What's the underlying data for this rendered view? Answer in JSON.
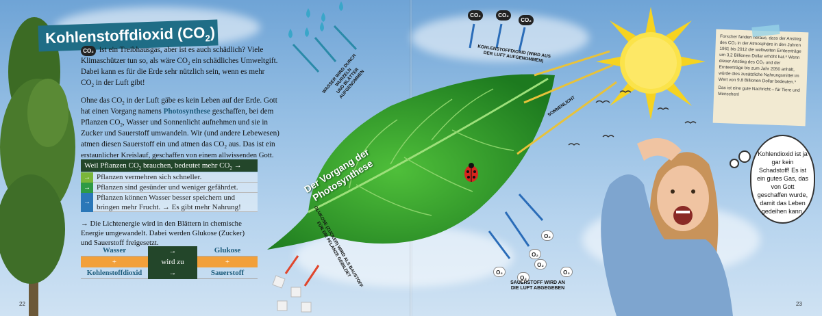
{
  "left_page": {
    "title": "Kohlenstoffdioxid (CO",
    "title_sub": "2",
    "title_end": ")",
    "co2_badge": "CO₂",
    "intro": {
      "p1": "ist ein Treibhausgas, aber ist es auch schädlich? Viele",
      "p2": "Klimaschützer tun so, als wäre CO",
      "p2_sub": "2",
      "p2_end": " ein schädliches Umweltgift.",
      "p3": "Dabei kann es für die Erde sehr nützlich sein, wenn es mehr",
      "p4": "CO",
      "p4_sub": "2",
      "p4_end": " in der Luft gibt!"
    },
    "body": {
      "l1a": "Ohne das CO",
      "l1sub": "2",
      "l1b": " in der Luft gäbe es kein Leben auf der Erde. Gott",
      "l2a": "hat einen Vorgang namens ",
      "l2hl": "Photosynthese",
      "l2b": " geschaffen, bei dem",
      "l3a": "Pflanzen CO",
      "l3sub": "2",
      "l3b": ", Wasser und Sonnenlicht aufnehmen und sie in",
      "l4": "Zucker und Sauerstoff umwandeln. Wir (und andere Lebewesen)",
      "l5a": "atmen diesen Sauerstoff ein und atmen das CO",
      "l5sub": "2",
      "l5b": " aus. Das ist ein",
      "l6": "erstaunlicher Kreislauf, geschaffen von einem allwissenden Gott."
    },
    "table": {
      "header_a": "Weil Pflanzen CO",
      "header_sub": "2",
      "header_b": " brauchen, bedeutet mehr CO",
      "header_sub2": "2",
      "header_arrow": " →",
      "rows": [
        "Pflanzen vermehren sich schneller.",
        "Pflanzen sind gesünder und weniger gefährdet.",
        "Pflanzen können Wasser besser speichern und",
        "bringen mehr Frucht. → Es gibt mehr Nahrung!"
      ]
    },
    "light_energy": {
      "l1": "→ Die Lichtenergie wird in den Blättern in chemische",
      "l2": "Energie umgewandelt. Dabei werden Glukose (Zucker)",
      "l3": "und Sauerstoff freigesetzt."
    },
    "equation": {
      "left_top": "Wasser",
      "left_plus": "+",
      "left_bottom": "Kohlenstoffdioxid",
      "mid_arrow1": "→",
      "mid_text": "wird zu",
      "mid_arrow2": "→",
      "right_top": "Glukose",
      "right_plus": "+",
      "right_bottom": "Sauerstoff"
    },
    "page_number": "22"
  },
  "diagram": {
    "leaf_title": "Der Vorgang der Photosynthese",
    "water_label_1": "WASSER WIRD DURCH WURZELN",
    "water_label_2": "UND BLÄTTER AUFGENOMMEN",
    "co2_label_1": "KOHLENSTOFFDIOXID (WIRD AUS",
    "co2_label_2": "DER LUFT AUFGENOMMEN)",
    "sun_label": "SONNENLICHT",
    "glucose_label_1": "GLUKOSE (ZUCKER) WIRD ALS BAUSTOFF",
    "glucose_label_2": "FÜR DIE PFLANZE GEBILDET",
    "oxygen_label_1": "SAUERSTOFF WIRD AN",
    "oxygen_label_2": "DIE LUFT ABGEGEBEN",
    "co2_cloud": "CO₂",
    "o2_bubble": "O₂"
  },
  "right_page": {
    "note": "Forscher fanden heraus, dass der Anstieg des CO₂ in der Atmosphäre in den Jahren 1961 bis 2012 die weltweiten Ernteerträge um 3,2 Billionen Dollar erhöht hat.⁸ Wenn dieser Anstieg des CO₂ und der Ernteerträge bis zum Jahr 2050 anhält, würde dies zusätzliche Nahrungsmittel im Wert von 9,8 Billionen Dollar bedeuten.⁹",
    "note_end": "Das ist eine gute Nachricht – für Tiere und Menschen!",
    "bubble": "Kohlendioxid ist ja gar kein Schadstoff! Es ist ein gutes Gas, das von Gott geschaffen wurde, damit das Leben gedeihen kann.",
    "page_number": "23"
  }
}
